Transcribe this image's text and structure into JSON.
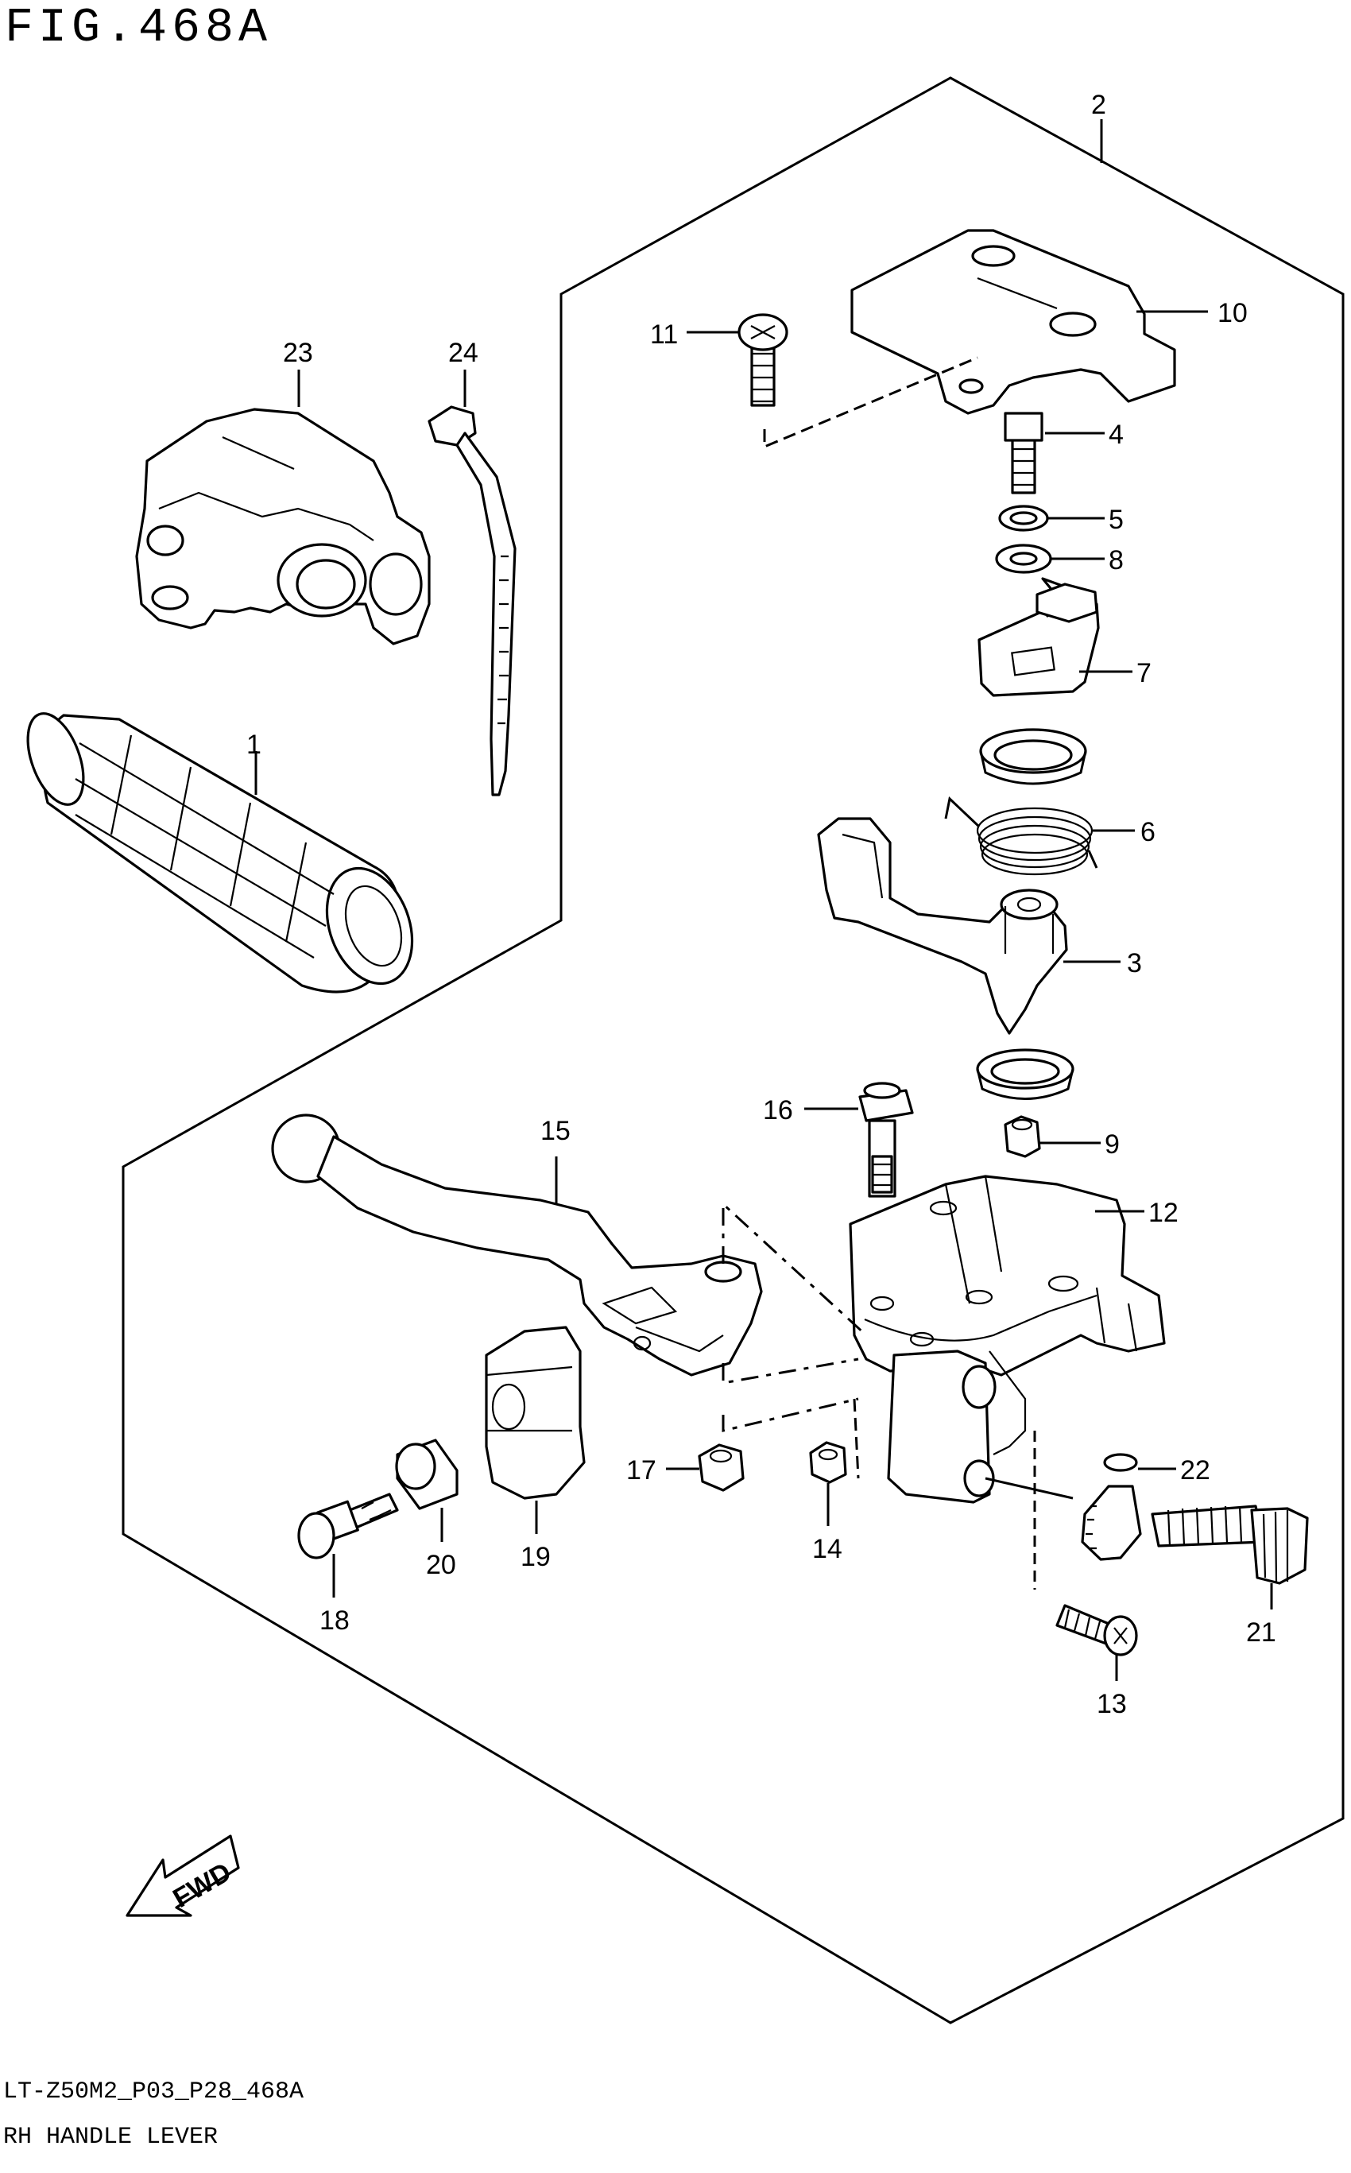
{
  "figure": {
    "title": "FIG.468A",
    "code": "LT-Z50M2_P03_P28_468A",
    "name": "RH HANDLE LEVER",
    "fwd_label": "FWD"
  },
  "callouts": [
    {
      "id": "c1",
      "text": "1"
    },
    {
      "id": "c2",
      "text": "2"
    },
    {
      "id": "c3",
      "text": "3"
    },
    {
      "id": "c4",
      "text": "4"
    },
    {
      "id": "c5",
      "text": "5"
    },
    {
      "id": "c6",
      "text": "6"
    },
    {
      "id": "c7",
      "text": "7"
    },
    {
      "id": "c8",
      "text": "8"
    },
    {
      "id": "c9",
      "text": "9"
    },
    {
      "id": "c10",
      "text": "10"
    },
    {
      "id": "c11",
      "text": "11"
    },
    {
      "id": "c12",
      "text": "12"
    },
    {
      "id": "c13",
      "text": "13"
    },
    {
      "id": "c14",
      "text": "14"
    },
    {
      "id": "c15",
      "text": "15"
    },
    {
      "id": "c16",
      "text": "16"
    },
    {
      "id": "c17",
      "text": "17"
    },
    {
      "id": "c18",
      "text": "18"
    },
    {
      "id": "c19",
      "text": "19"
    },
    {
      "id": "c20",
      "text": "20"
    },
    {
      "id": "c21",
      "text": "21"
    },
    {
      "id": "c22",
      "text": "22"
    },
    {
      "id": "c23",
      "text": "23"
    },
    {
      "id": "c24",
      "text": "24"
    }
  ]
}
